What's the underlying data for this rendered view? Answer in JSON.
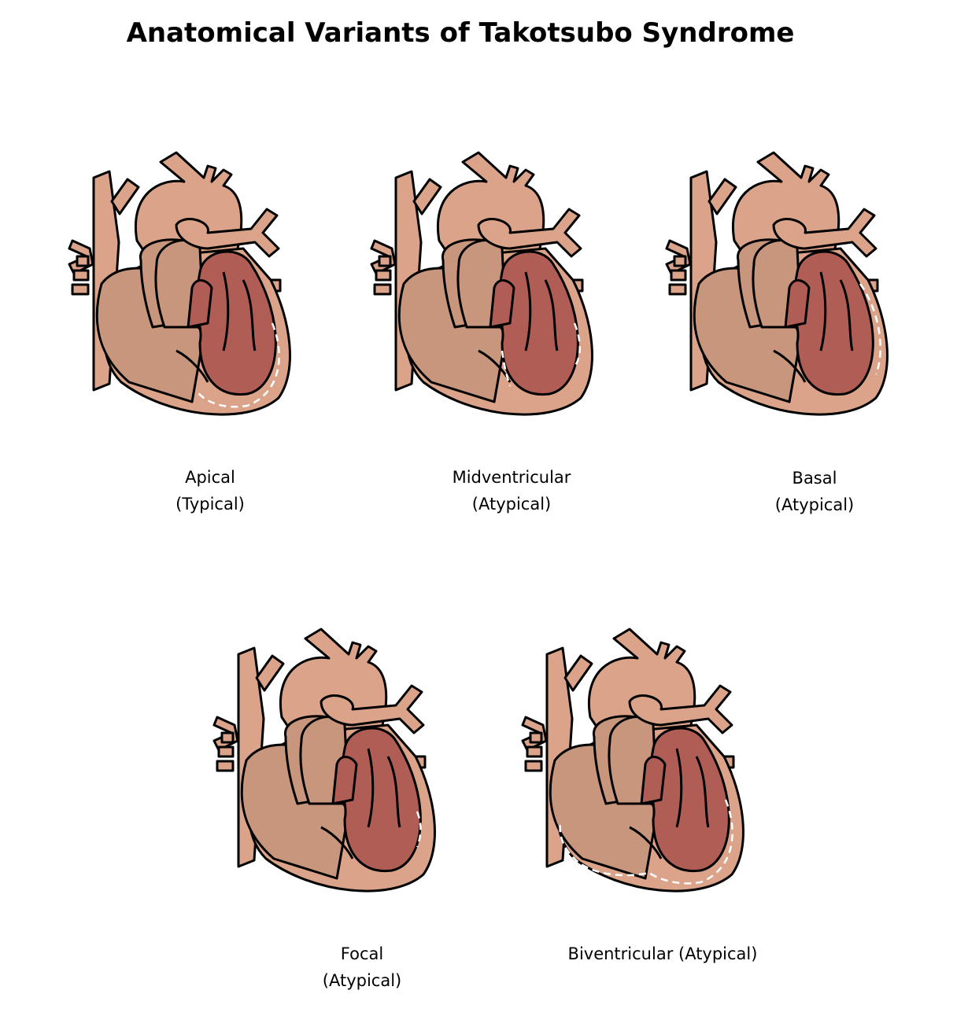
{
  "title": "Anatomical Variants of Takotsubo Syndrome",
  "variants": [
    {
      "name": "Apical",
      "type": "(Typical)"
    },
    {
      "name": "Midventricular",
      "type": "(Atypical)"
    },
    {
      "name": "Basal",
      "type": "(Atypical)"
    },
    {
      "name": "Focal",
      "type": "(Atypical)"
    },
    {
      "name": "Biventricular (Atypical)"
    }
  ],
  "colors": {
    "myocardium": "#dba48a",
    "right_heart": "#c8967c",
    "left_ventricle": "#b05e55",
    "affected_segment": "#ffffff"
  }
}
